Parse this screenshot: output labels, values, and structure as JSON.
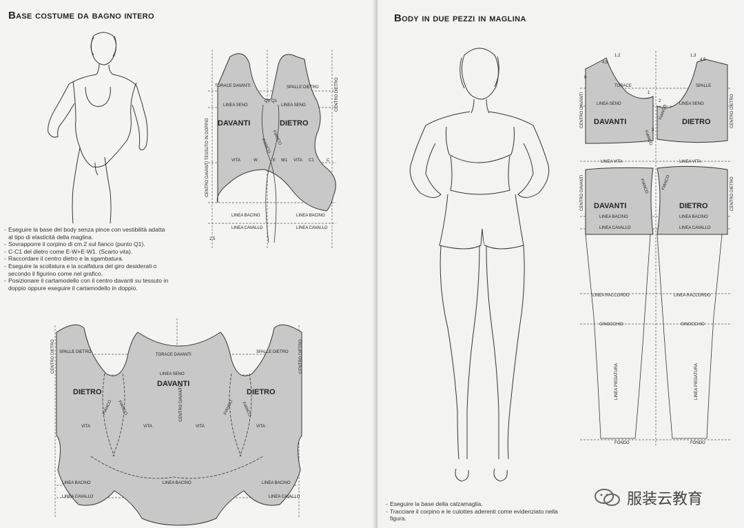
{
  "left": {
    "title": "Base costume da bagno intero",
    "instructions": [
      "Eseguire la base del body senza pince con vestibilità adatta al tipo di elasticità della maglina.",
      "Sovrapporre il corpino di cm.2 sul fianco (punto Q1).",
      "C-C1 del dietro come E-W+E-W1. (Scarto vita).",
      "Raccordare il centro dietro e la sgambatura.",
      "Eseguire la scollatura e la scalfatura del giro desiderati o secondo il figurino come nel grafico.",
      "Posizionare il cartamodello con il centro davanti su tessuto in doppio oppure eseguire il cartamodello in doppio."
    ],
    "pattern_top": {
      "davanti": "DAVANTI",
      "dietro": "DIETRO",
      "torace_davanti": "TORACE DAVANTI",
      "spalle_dietro": "SPALLE DIETRO",
      "linea_seno_1": "LINEA SENO",
      "linea_seno_2": "LINEA SENO",
      "vita_1": "VITA",
      "vita_2": "VITA",
      "linea_bacino_1": "LINEA BACINO",
      "linea_bacino_2": "LINEA BACINO",
      "linea_cavallo_1": "LINEA CAVALLO",
      "linea_cavallo_2": "LINEA CAVALLO",
      "centro_davanti": "CENTRO DAVANTI TESSUTO IN DOPPIO",
      "centro_dietro": "CENTRO DIETRO",
      "fianco_1": "FIANCO",
      "fianco_2": "FIANCO",
      "q1": "Q1",
      "q1b": "Q1",
      "w": "W",
      "e": "E",
      "w1": "W1",
      "c1": "C1",
      "c": "C",
      "num": "2,5"
    },
    "pattern_bottom": {
      "davanti": "DAVANTI",
      "dietro_1": "DIETRO",
      "dietro_2": "DIETRO",
      "spalle_dietro_1": "SPALLE DIETRO",
      "spalle_dietro_2": "SPALLE DIETRO",
      "torace_davanti": "TORACE DAVANTI",
      "linea_seno": "LINEA SENO",
      "vita_1": "VITA",
      "vita_2": "VITA",
      "vita_3": "VITA",
      "vita_4": "VITA",
      "centro_dietro_1": "CENTRO DIETRO",
      "centro_dietro_2": "CENTRO DIETRO",
      "centro_davanti": "CENTRO DAVANTI",
      "fianco_1": "FIANCO",
      "fianco_2": "FIANCO",
      "fianco_3": "FIANCO",
      "fianco_4": "FIANCO",
      "linea_bacino_1": "LINEA BACINO",
      "linea_bacino_2": "LINEA BACINO",
      "linea_bacino_3": "LINEA BACINO",
      "linea_cavallo_1": "LINEA CAVALLO",
      "linea_cavallo_2": "LINEA CAVALLO"
    }
  },
  "right": {
    "title": "Body in due pezzi in maglina",
    "instructions": [
      "Eseguire la base della calzamaglia.",
      "Tracciare il corpino e le culottes aderenti come evidenziato nella figura."
    ],
    "pattern": {
      "davanti_1": "DAVANTI",
      "dietro_1": "DIETRO",
      "davanti_2": "DAVANTI",
      "dietro_2": "DIETRO",
      "torace": "TORACE",
      "spalle": "SPALLE",
      "linea_seno_1": "LINEA SENO",
      "linea_seno_2": "LINEA SENO",
      "linea_vita_1": "LINEA VITA",
      "linea_vita_2": "LINEA VITA",
      "linea_bacino_1": "LINEA BACINO",
      "linea_bacino_2": "LINEA BACINO",
      "linea_cavallo_1": "LINEA CAVALLO",
      "linea_cavallo_2": "LINEA CAVALLO",
      "linea_raccordo_1": "LINEA RACCORDO",
      "linea_raccordo_2": "LINEA RACCORDO",
      "ginocchio_1": "GINOCCHIO",
      "ginocchio_2": "GINOCCHIO",
      "linea_piegatura_1": "LINEA PIEGATURA",
      "linea_piegatura_2": "LINEA PIEGATURA",
      "fondo_1": "FONDO",
      "fondo_2": "FONDO",
      "centro_davanti_1": "CENTRO DAVANTI",
      "centro_dietro_1": "CENTRO DIETRO",
      "centro_davanti_2": "CENTRO DAVANTI",
      "centro_dietro_2": "CENTRO DIETRO",
      "fianco_1": "FIANCO",
      "fianco_2": "FIANCO",
      "fianco_3": "FIANCO",
      "fianco_4": "FIANCO",
      "n45a": "4,5",
      "n45b": "4,5",
      "n12": "1,2",
      "n13": "1,3",
      "n1": "1",
      "n2": "2",
      "n3": "3",
      "n9": "9"
    }
  },
  "watermark": {
    "text": "服装云教育",
    "icon": "wechat-icon"
  }
}
